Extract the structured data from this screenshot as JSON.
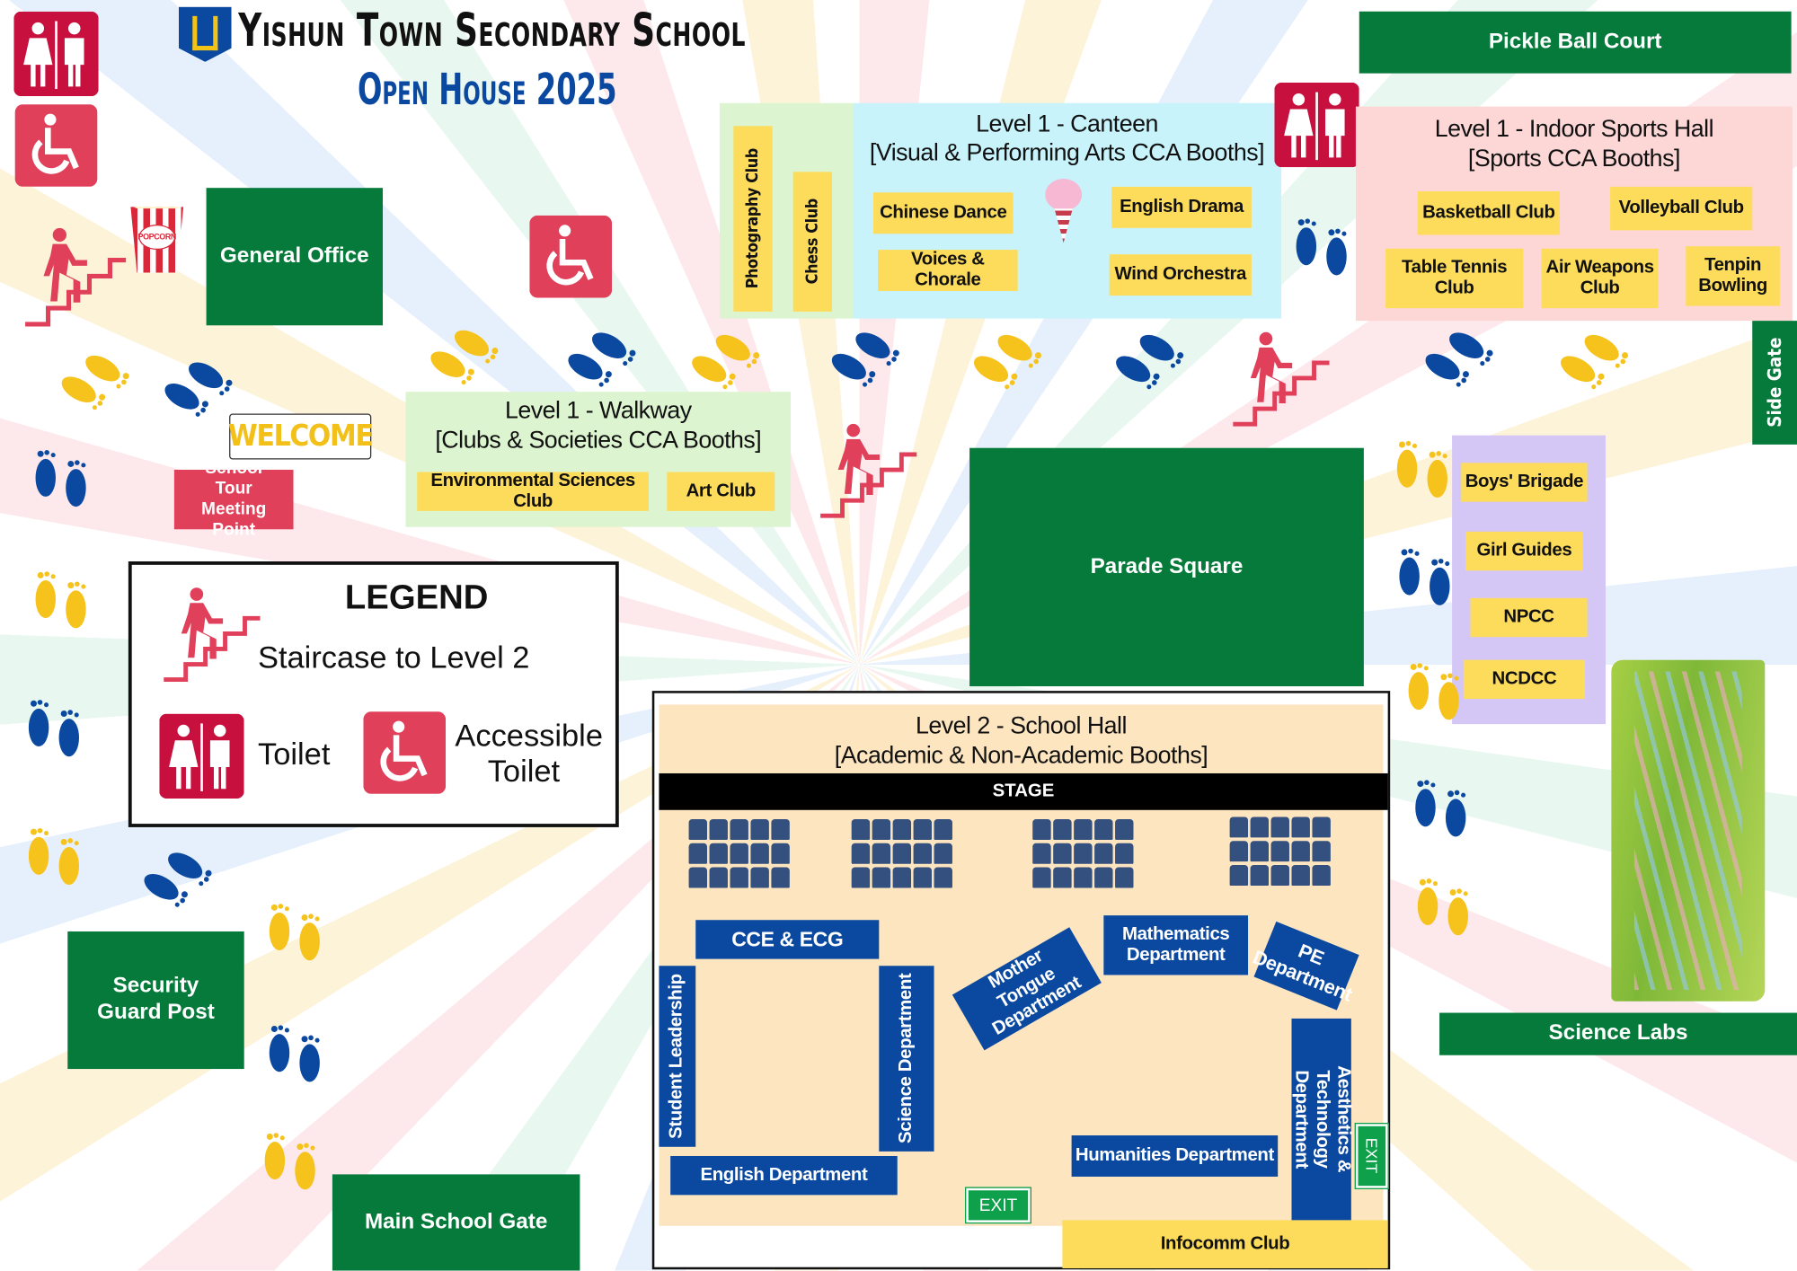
{
  "header": {
    "school_name": "Yishun Town Secondary School",
    "event": "Open House 2025"
  },
  "places": {
    "general_office": "General Office",
    "pickle_ball": "Pickle Ball Court",
    "side_gate": "Side Gate",
    "parade_square": "Parade Square",
    "science_labs": "Science Labs",
    "security_post": "Security Guard Post",
    "main_gate": "Main School Gate",
    "tour_point": "School Tour Meeting Point",
    "welcome": "WELCOME",
    "popcorn": "POPCORN"
  },
  "walkway": {
    "title": "Level 1 - Walkway",
    "subtitle": "[Clubs & Societies CCA Booths]",
    "booths": [
      "Environmental Sciences Club",
      "Art Club"
    ]
  },
  "canteen": {
    "title": "Level 1 - Canteen",
    "subtitle": "[Visual & Performing Arts CCA Booths]",
    "side_booths": [
      "Photography Club",
      "Chess Club"
    ],
    "booths": [
      "Chinese Dance",
      "English Drama",
      "Voices & Chorale",
      "Wind Orchestra"
    ]
  },
  "sports_hall": {
    "title": "Level 1 - Indoor Sports Hall",
    "subtitle": "[Sports CCA Booths]",
    "booths": [
      "Basketball Club",
      "Volleyball Club",
      "Table Tennis Club",
      "Air Weapons Club",
      "Tenpin Bowling"
    ]
  },
  "uniformed": {
    "booths": [
      "Boys' Brigade",
      "Girl Guides",
      "NPCC",
      "NCDCC"
    ]
  },
  "school_hall": {
    "title": "Level 2 - School Hall",
    "subtitle": "[Academic & Non-Academic Booths]",
    "stage": "STAGE",
    "booths": {
      "cce": "CCE & ECG",
      "student_leadership": "Student Leadership",
      "science": "Science Department",
      "english": "English Department",
      "mother_tongue": "Mother Tongue Department",
      "mathematics": "Mathematics Department",
      "pe": "PE Department",
      "aesthetics": "Aesthetics & Technology Department",
      "humanities": "Humanities Department",
      "infocomm": "Infocomm Club"
    },
    "exit": "EXIT"
  },
  "legend": {
    "title": "LEGEND",
    "staircase": "Staircase to Level 2",
    "toilet": "Toilet",
    "accessible_toilet": "Accessible Toilet"
  },
  "colors": {
    "green": "#067a3b",
    "yellow": "#fddc5c",
    "blue": "#0b49a0",
    "toilet": "#c8103e",
    "accessible": "#e0405a",
    "stairs": "#e0405a"
  }
}
